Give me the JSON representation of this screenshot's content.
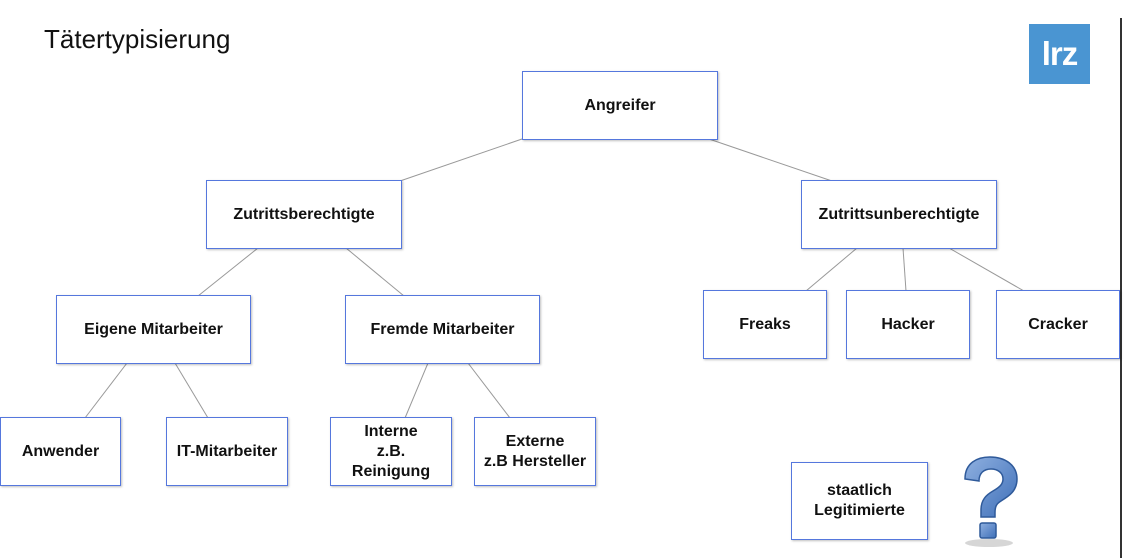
{
  "title": "Tätertypisierung",
  "logo": {
    "text": "lrz",
    "color": "#4a95d2"
  },
  "nodes": {
    "angreifer": "Angreifer",
    "zutrittsberechtigte": "Zutrittsberechtigte",
    "zutrittsunberechtigte": "Zutrittsunberechtigte",
    "eigene_mitarbeiter": "Eigene Mitarbeiter",
    "fremde_mitarbeiter": "Fremde Mitarbeiter",
    "freaks": "Freaks",
    "hacker": "Hacker",
    "cracker": "Cracker",
    "anwender": "Anwender",
    "it_mitarbeiter": "IT-Mitarbeiter",
    "interne": "Interne\nz.B.\nReinigung",
    "externe": "Externe\nz.B Hersteller",
    "staatlich": "staatlich\nLegitimierte"
  },
  "colors": {
    "border": "#5577dd",
    "edge": "#999999",
    "question_mark": "#5b86c6"
  },
  "icons": [
    "question-mark-icon"
  ]
}
